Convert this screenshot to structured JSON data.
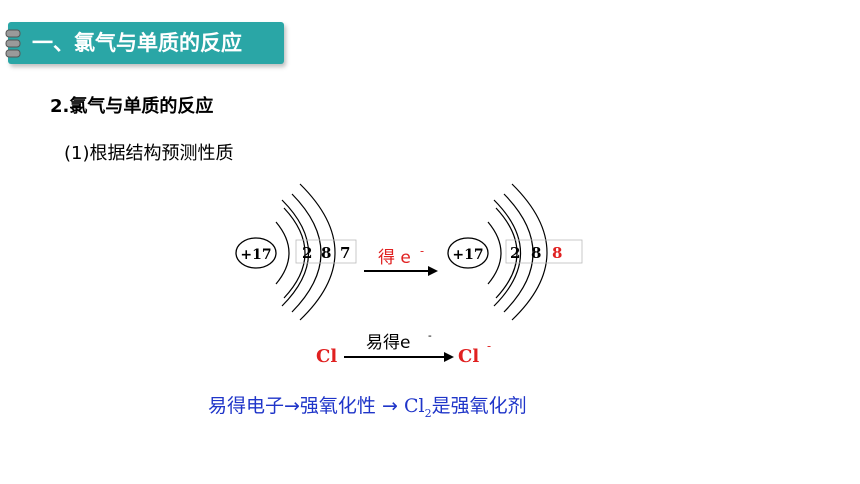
{
  "header": {
    "title": "一、氯气与单质的反应"
  },
  "section": {
    "heading": "2.氯气与单质的反应",
    "subheading": "(1)根据结构预测性质"
  },
  "atom_left": {
    "nucleus": "+17",
    "shells": [
      "2",
      "8",
      "7"
    ]
  },
  "reaction_arrow": {
    "label": "得 e",
    "label_sup": "-"
  },
  "atom_right": {
    "nucleus": "+17",
    "shells": [
      "2",
      "8",
      "8"
    ]
  },
  "ion_equation": {
    "left": "Cl",
    "arrow_label": "易得e",
    "arrow_label_sup": "-",
    "right": "Cl",
    "right_sup": "-"
  },
  "conclusion": {
    "part1": "易得电子→强氧化性 →",
    "formula": "Cl",
    "formula_sub": "2",
    "part2": "是强氧化剂"
  },
  "colors": {
    "title_bg": "#2aa6a6",
    "accent_red": "#e02020",
    "conclusion_blue": "#1f35c9"
  }
}
